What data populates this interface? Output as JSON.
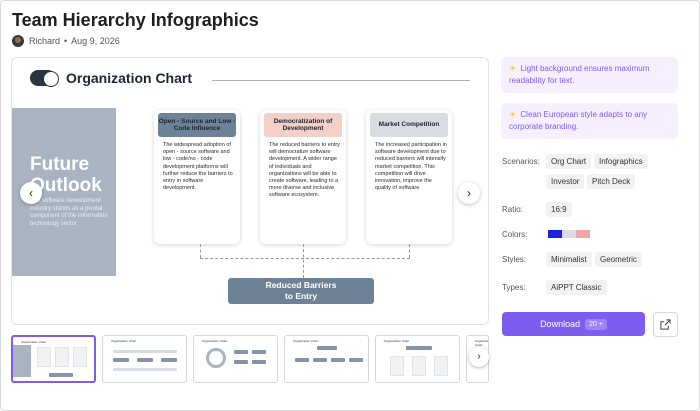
{
  "page": {
    "title": "Team Hierarchy Infographics",
    "author": "Richard",
    "separator": "•",
    "date": "Aug 9, 2026"
  },
  "slide": {
    "title": "Organization Chart",
    "side_big_line1": "Future",
    "side_big_line2": "Outlook",
    "side_small": "The software development industry stands as a pivotal component of the information technology sector",
    "cards": [
      {
        "head": "Open - Source and Low - Code Influence",
        "body": "The widespread adoption of open - source software and low - code/no - code development platforms will further reduce the barriers to entry in software development."
      },
      {
        "head": "Democratization of Development",
        "body": "The reduced barriers to entry will democratize software development. A wider range of individuals and organizations will be able to create software, leading to a more diverse and inclusive software ecosystem."
      },
      {
        "head": "Market Competition",
        "body": "The increased participation in software development due to reduced barriers will intensify market competition. This competition will drive innovation, improve the quality of software"
      }
    ],
    "bottom_line1": "Reduced Barriers",
    "bottom_line2": "to Entry",
    "nav_prev": "‹",
    "nav_next": "›"
  },
  "thumbnails": {
    "titles": [
      "Organization Chart",
      "Organization Chart",
      "Organization Chart",
      "Organization Chart",
      "Organization Chart",
      "Organization Chart"
    ],
    "next": "›"
  },
  "tips": [
    {
      "icon": "☀",
      "text": "Light background ensures maximum readability for text."
    },
    {
      "icon": "☀",
      "text": "Clean European style adapts to any corporate branding."
    }
  ],
  "details": {
    "scenarios_label": "Scenarios:",
    "scenarios": [
      "Org Chart",
      "Infographics",
      "Investor",
      "Pitch Deck"
    ],
    "ratio_label": "Ratio:",
    "ratio": "16:9",
    "colors_label": "Colors:",
    "colors": [
      "#1f1fe0",
      "#d9dce3",
      "#f2a7a7"
    ],
    "styles_label": "Styles:",
    "styles": [
      "Minimalist",
      "Geometric"
    ],
    "types_label": "Types:",
    "types": [
      "AiPPT Classic"
    ]
  },
  "actions": {
    "download_label": "Download",
    "download_count": "20 +"
  },
  "theme": {
    "accent": "#7d5cf0"
  }
}
